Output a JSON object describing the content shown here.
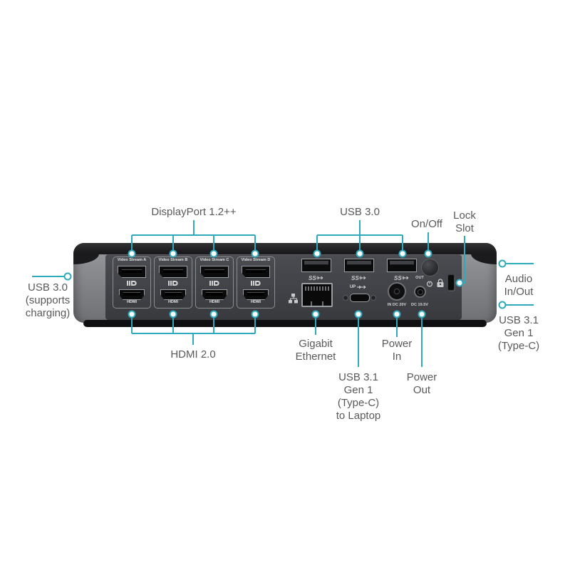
{
  "colors": {
    "accent": "#2fa9bc",
    "label_text": "#58595b"
  },
  "callouts": {
    "displayport": "DisplayPort 1.2++",
    "usb30_top": "USB 3.0",
    "onoff": "On/Off",
    "lock_slot": "Lock\nSlot",
    "usb30_left": "USB 3.0\n(supports\ncharging)",
    "audio": "Audio\nIn/Out",
    "usb31_right": "USB 3.1\nGen 1\n(Type-C)",
    "hdmi": "HDMI 2.0",
    "ethernet": "Gigabit\nEthernet",
    "usbc_laptop": "USB 3.1\nGen 1\n(Type-C)\nto Laptop",
    "power_in": "Power\nIn",
    "power_out": "Power\nOut"
  },
  "device": {
    "video_groups": [
      "Video Stream A",
      "Video Stream B",
      "Video Stream C",
      "Video Stream D"
    ],
    "hdmi_port_label": "HDMI",
    "ss_label": "SS",
    "usbc_up_label": "UP",
    "power_in_label": "IN DC 20V",
    "power_out_top_label": "OUT",
    "power_out_bottom_label": "DC 19.5V"
  }
}
